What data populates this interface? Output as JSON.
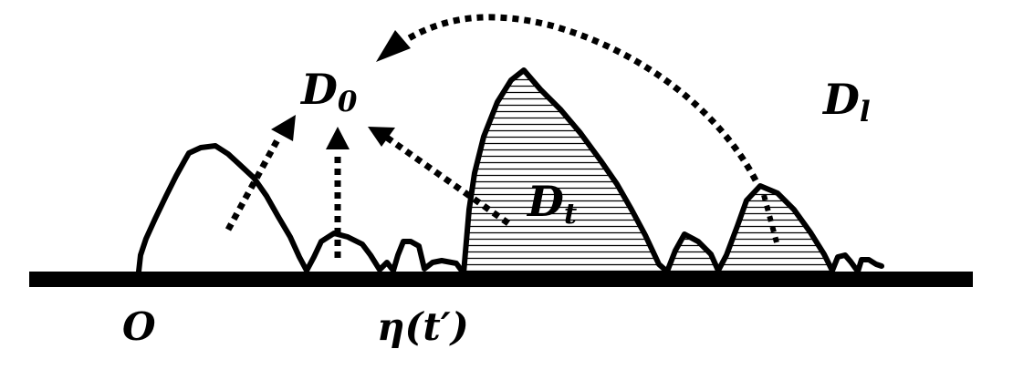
{
  "labels": {
    "d0_main": "D",
    "d0_sub": "0",
    "dt_main": "D",
    "dt_sub": "t",
    "dl_main": "D",
    "dl_sub": "l",
    "origin": "O",
    "eta": "η(t′)"
  },
  "colors": {
    "stroke": "#000000",
    "background": "#ffffff",
    "hatch": "#000000"
  },
  "style": {
    "hatched_regions": "horizontal lines",
    "arrows": "dotted"
  }
}
